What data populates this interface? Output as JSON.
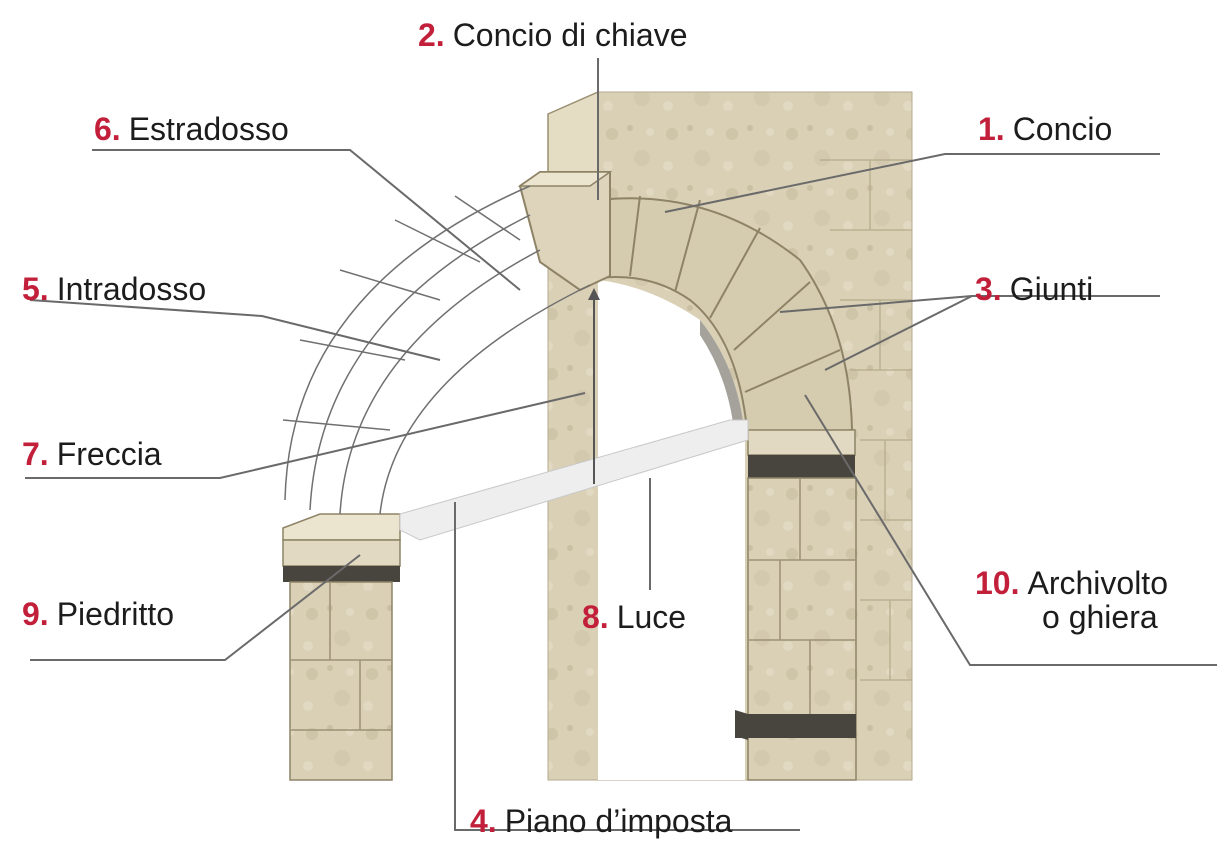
{
  "colors": {
    "number": "#c21f3a",
    "text": "#1c1c1c",
    "stone": "#d8cfb4",
    "line": "#6a6a6a"
  },
  "labels": {
    "concio": {
      "num": "1.",
      "text": "Concio"
    },
    "concio_chiave": {
      "num": "2.",
      "text": "Concio di chiave"
    },
    "giunti": {
      "num": "3.",
      "text": "Giunti"
    },
    "piano_imposta": {
      "num": "4.",
      "text": "Piano d’imposta"
    },
    "intradosso": {
      "num": "5.",
      "text": "Intradosso"
    },
    "estradosso": {
      "num": "6.",
      "text": "Estradosso"
    },
    "freccia": {
      "num": "7.",
      "text": "Freccia"
    },
    "luce": {
      "num": "8.",
      "text": "Luce"
    },
    "piedritto": {
      "num": "9.",
      "text": "Piedritto"
    },
    "archivolto": {
      "num": "10.",
      "line1": "Archivolto",
      "line2": "o ghiera"
    }
  }
}
